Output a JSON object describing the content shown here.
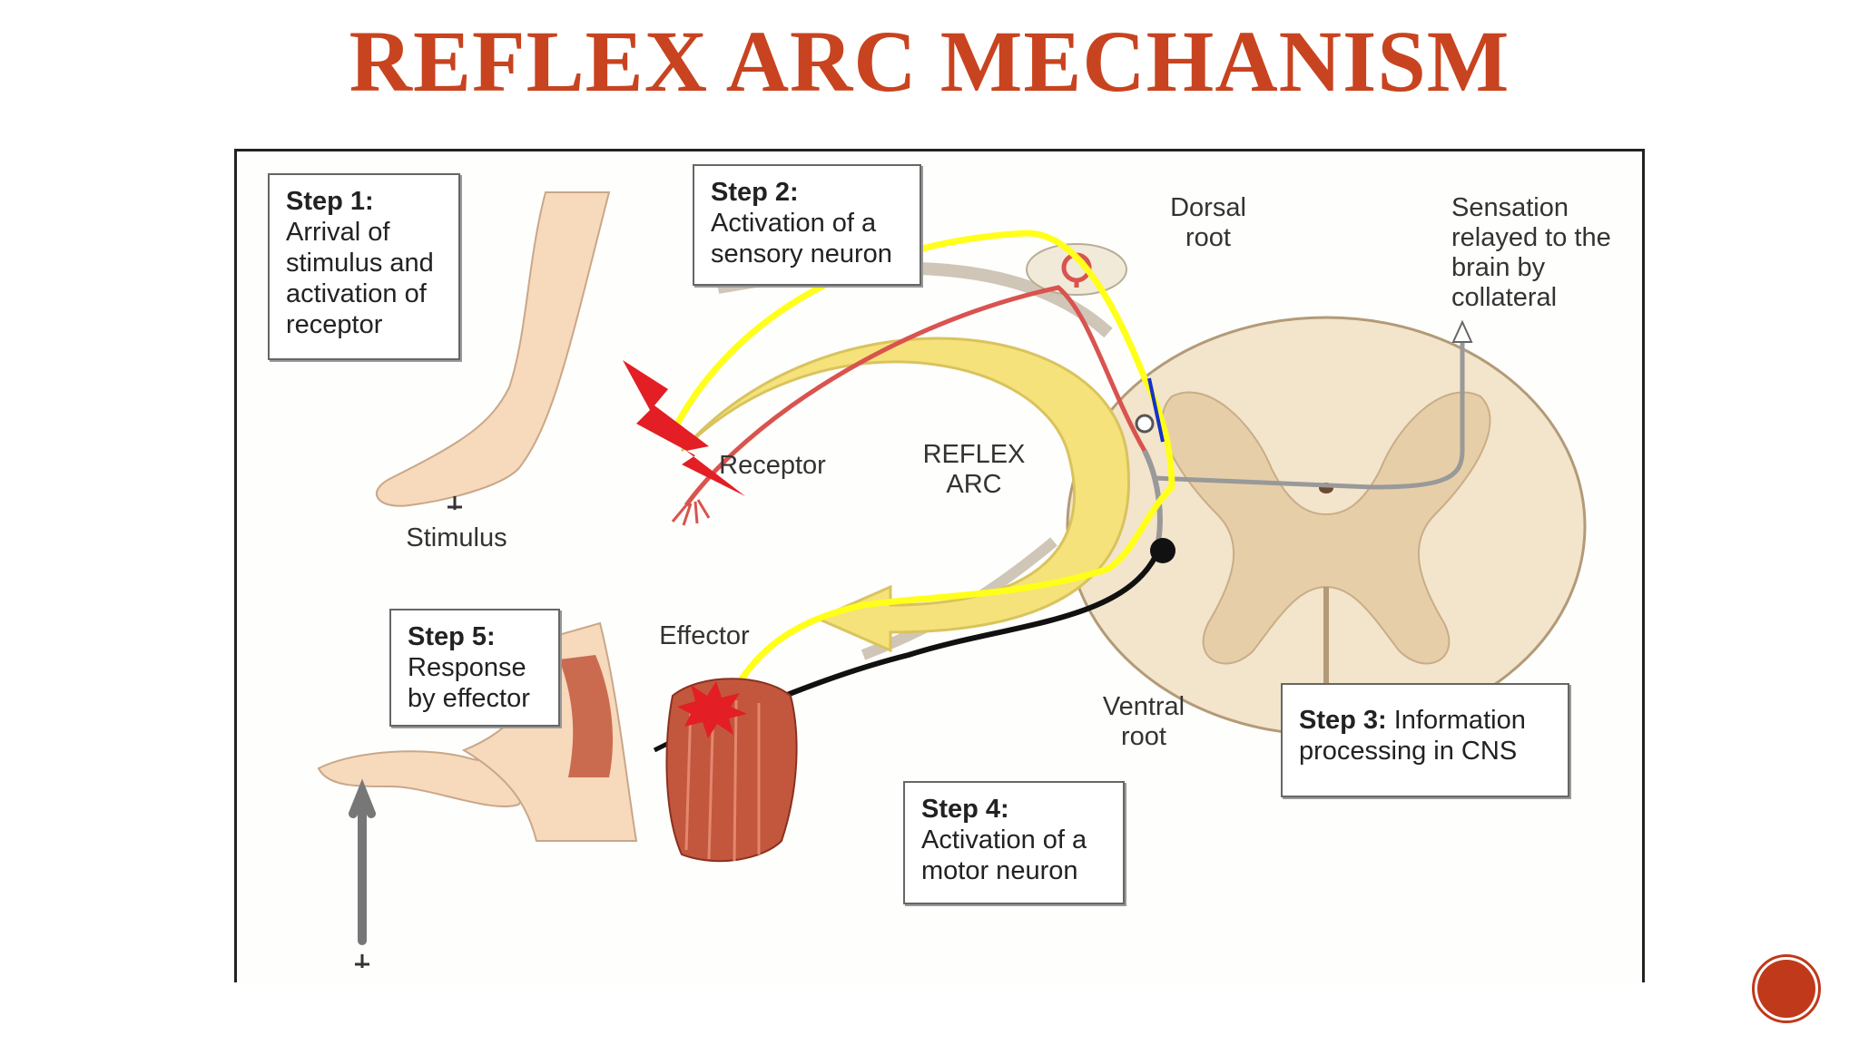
{
  "slide": {
    "title": "REFLEX ARC MECHANISM",
    "slide_number": ""
  },
  "figure": {
    "steps": [
      {
        "num": "Step 1:",
        "text": "Arrival of stimulus and activation of receptor"
      },
      {
        "num": "Step 2:",
        "text": "Activation of a sensory neuron"
      },
      {
        "num": "Step 3:",
        "text": "Information processing in CNS"
      },
      {
        "num": "Step 4:",
        "text": "Activation of a motor neuron"
      },
      {
        "num": "Step 5:",
        "text": "Response by effector"
      }
    ],
    "labels": {
      "stimulus": "Stimulus",
      "receptor": "Receptor",
      "reflex_arc": "REFLEX ARC",
      "dorsal_root": "Dorsal root",
      "sensation": "Sensation relayed to the brain by collateral",
      "effector": "Effector",
      "ventral_root": "Ventral root"
    }
  },
  "colors": {
    "title": "#c8431f",
    "sensory_neuron": "#d9534f",
    "motor_neuron": "#111111",
    "highlight_path": "#ffff1a",
    "reflex_arrow": "#f5e27a",
    "spinal_cord": "#f3e4cc",
    "grey_matter": "#e6cfa8",
    "skin": "#f7d9bc",
    "muscle": "#c2573d",
    "bolt": "#e31e24",
    "slide_number_bg": "#c0391b"
  }
}
